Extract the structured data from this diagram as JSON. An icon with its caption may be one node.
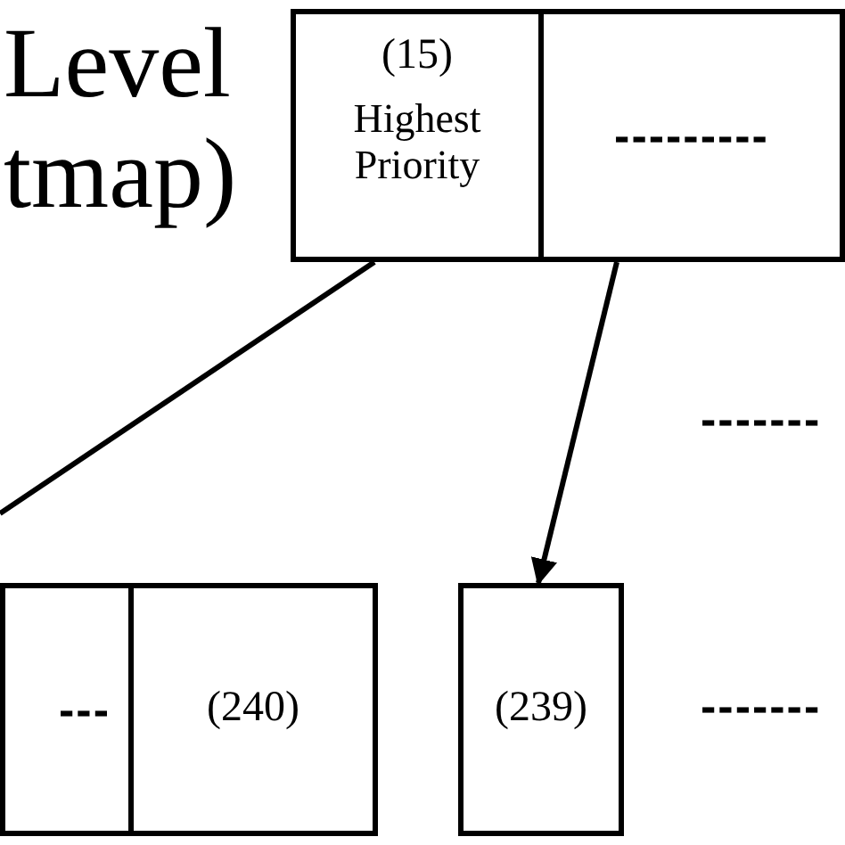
{
  "diagram": {
    "nodes": [
      {
        "text": [
          "(15)",
          "Highest Priority"
        ]
      },
      {
        "text": [
          "---------"
        ]
      },
      {
        "text": [
          "---"
        ]
      },
      {
        "text": [
          "(240)"
        ]
      },
      {
        "text": [
          "(239)"
        ]
      }
    ],
    "edges": [
      {
        "from": 0,
        "to": null,
        "arrow": "none"
      },
      {
        "from": 1,
        "to": 4,
        "arrow": "to"
      }
    ],
    "labels": [
      "Level",
      "tmap)",
      "-------",
      "-------"
    ]
  }
}
